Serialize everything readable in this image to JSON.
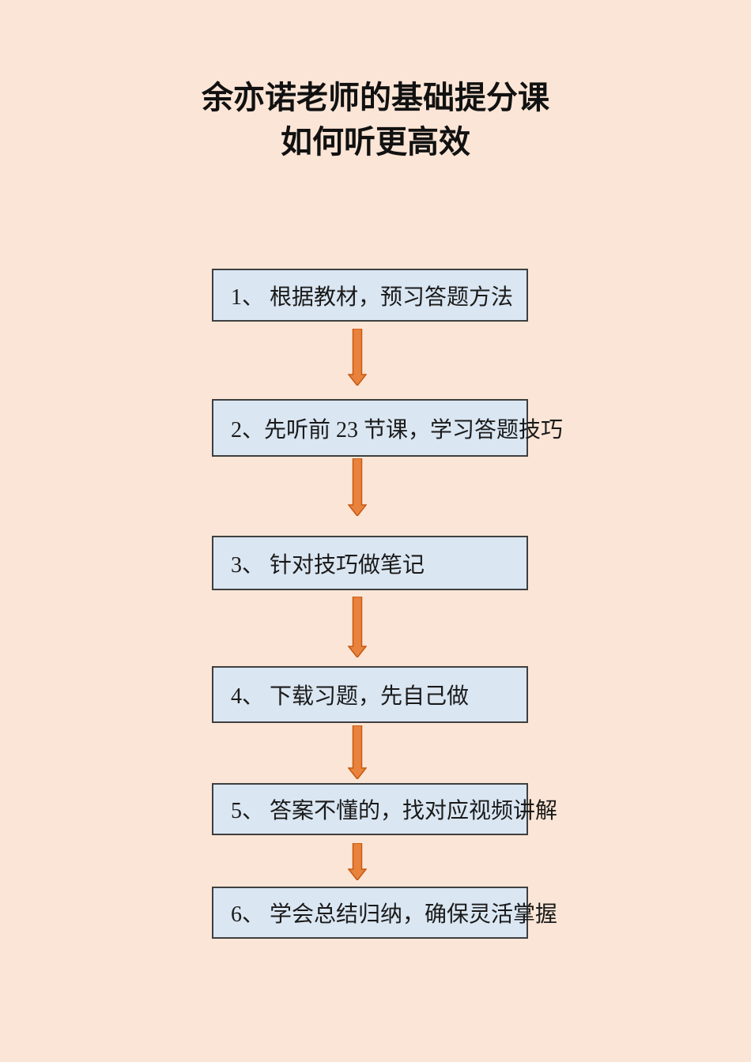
{
  "title": {
    "line1": "余亦诺老师的基础提分课",
    "line2": "如何听更高效"
  },
  "steps": [
    {
      "label": "1、 根据教材，预习答题方法"
    },
    {
      "label": "2、先听前 23 节课，学习答题技巧"
    },
    {
      "label": "3、 针对技巧做笔记"
    },
    {
      "label": "4、 下载习题，先自己做"
    },
    {
      "label": "5、 答案不懂的，找对应视频讲解"
    },
    {
      "label": "6、 学会总结归纳，确保灵活掌握"
    }
  ],
  "colors": {
    "background": "#fbe5d6",
    "box_fill": "#dae6f2",
    "box_border": "#3f3f3f",
    "arrow_fill": "#e8823c",
    "arrow_border": "#c55a11",
    "text": "#1a1a1a"
  }
}
